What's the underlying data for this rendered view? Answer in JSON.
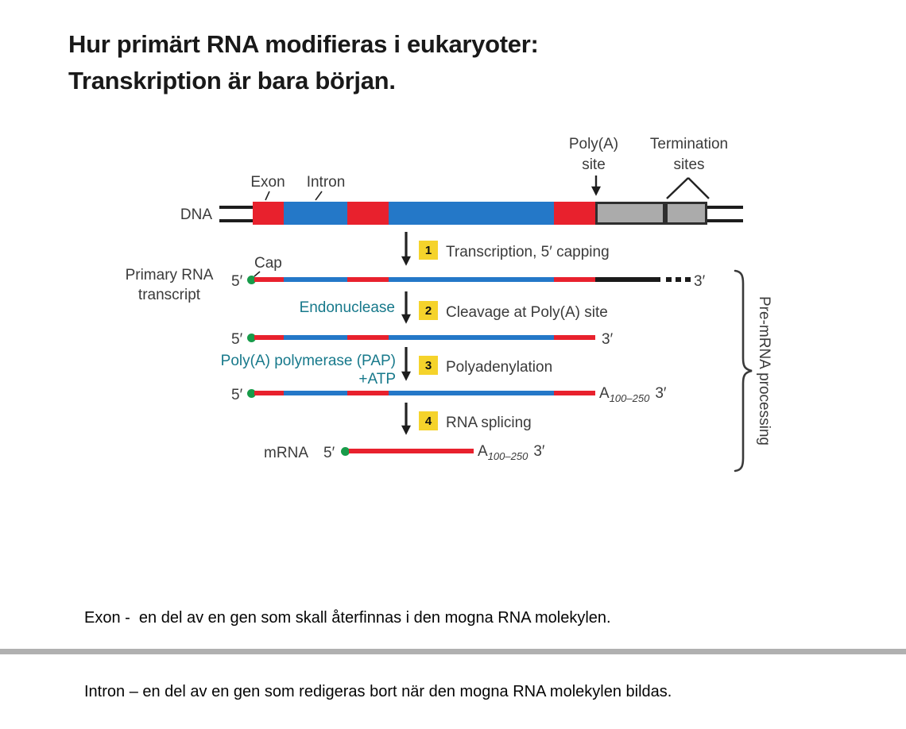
{
  "slide": {
    "title": {
      "line1": "Hur primärt RNA modifieras i eukaryoter:",
      "line2": "Transkription är bara början."
    },
    "footer": {
      "line1": "Exon -  en del av en gen som skall återfinnas i den mogna RNA molekylen.",
      "line2": "Intron – en del av en gen som redigeras bort när den mogna RNA molekylen bildas."
    }
  },
  "colors": {
    "exon": "#e8212d",
    "intron": "#2478c8",
    "termination_fill": "#ababab",
    "termination_border": "#2e2e2e",
    "step_badge": "#f5d32b",
    "enzyme_text": "#17798b",
    "cap_dot": "#189b4a",
    "diagram_text": "#3b3b3b"
  },
  "diagram": {
    "dna": {
      "label": "DNA",
      "exon_label": "Exon",
      "intron_label": "Intron",
      "polya_site": {
        "line1": "Poly(A)",
        "line2": "site"
      },
      "termination": {
        "line1": "Termination",
        "line2": "sites"
      }
    },
    "steps": [
      {
        "num": "1",
        "label": "Transcription, 5′ capping"
      },
      {
        "num": "2",
        "label": "Cleavage at Poly(A) site"
      },
      {
        "num": "3",
        "label": "Polyadenylation"
      },
      {
        "num": "4",
        "label": "RNA splicing"
      }
    ],
    "enzymes": {
      "endonuclease": "Endonuclease",
      "pap_line1": "Poly(A) polymerase (PAP)",
      "pap_line2": "+ATP"
    },
    "rows": {
      "primary": {
        "label_line1": "Primary RNA",
        "label_line2": "transcript",
        "cap": "Cap"
      },
      "mrna_label": "mRNA"
    },
    "ends": {
      "five": "5′",
      "three": "3′"
    },
    "polya_tail": {
      "base": "A",
      "sub": "100–250"
    },
    "brace_label": "Pre-mRNA processing"
  }
}
